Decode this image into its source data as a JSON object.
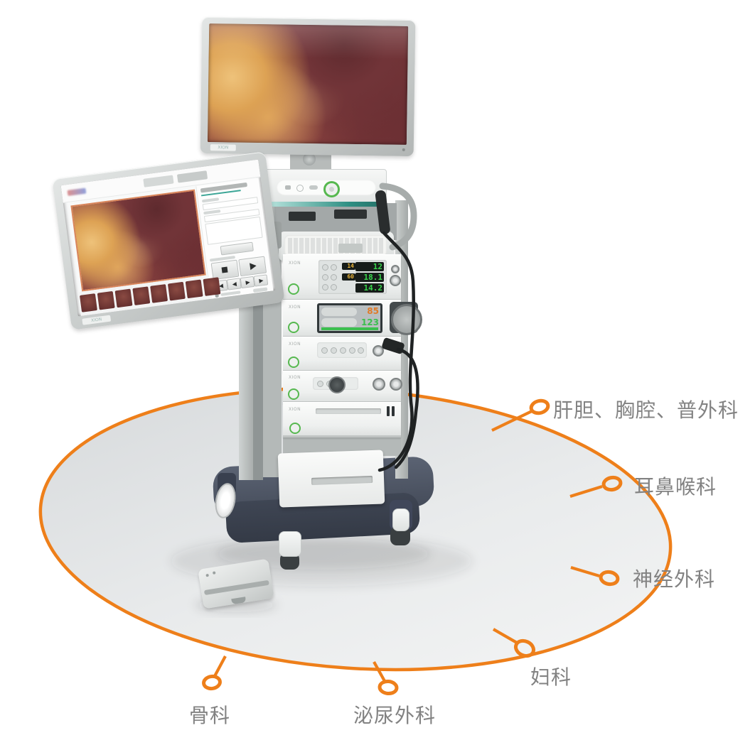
{
  "page": {
    "background": "#ffffff",
    "description_text": ""
  },
  "colors": {
    "accent_orange": "#EE7F1A",
    "label_gray": "#828282",
    "teal_glass": "#2F8F83",
    "power_green": "#56B84F",
    "display_green": "#38D54B",
    "display_amber": "#E8B33A",
    "pump_value_orange": "#E07B28",
    "pump_value_green": "#3BBF4E",
    "base_dark": "#4A5160"
  },
  "callouts": [
    {
      "label": "肝胆、胸腔、普外科"
    },
    {
      "label": "耳鼻喉科"
    },
    {
      "label": "神经外科"
    },
    {
      "label": "妇科"
    },
    {
      "label": "泌尿外科"
    },
    {
      "label": "骨科"
    }
  ],
  "equipment": {
    "brand": "XION",
    "insufflator": {
      "set_pressure": "14",
      "actual_pressure": "12",
      "set_flow": "60",
      "actual_flow": "18.1",
      "gas_volume": "14.2"
    },
    "pump": {
      "upper_value": "85",
      "lower_value": "123"
    }
  },
  "icons": {
    "power": "ring-circle",
    "stop": "black-square",
    "play": "right-triangle",
    "step-back": "left-triangle",
    "step-forward": "right-triangle",
    "callout-marker": "orange-ring"
  }
}
